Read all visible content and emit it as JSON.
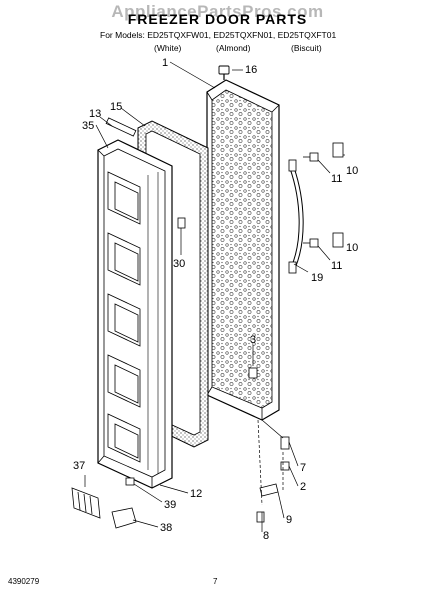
{
  "watermark": "AppliancePartsPros.com",
  "title": "FREEZER DOOR PARTS",
  "models": {
    "prefix": "For Models:",
    "list": "ED25TQXFW01, ED25TQXFN01, ED25TQXFT01",
    "colors": [
      "(White)",
      "(Almond)",
      "(Biscuit)"
    ]
  },
  "callouts": [
    "1",
    "16",
    "15",
    "13",
    "35",
    "10",
    "11",
    "10",
    "11",
    "19",
    "30",
    "3",
    "7",
    "2",
    "9",
    "8",
    "12",
    "39",
    "37",
    "38"
  ],
  "footer": {
    "doc_number": "4390279",
    "page": "7"
  }
}
